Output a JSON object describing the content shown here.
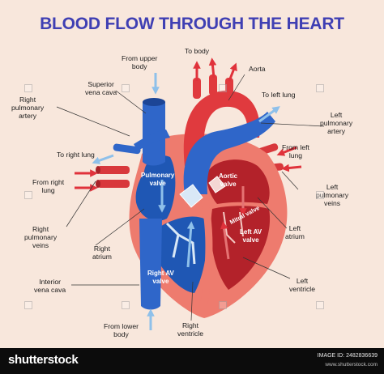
{
  "title": "BLOOD FLOW THROUGH THE HEART",
  "labels": {
    "from_upper_body": "From upper\nbody",
    "to_body": "To body",
    "aorta": "Aorta",
    "superior_vena_cava": "Superior\nvena cava",
    "right_pulmonary_artery": "Right\npulmonary\nartery",
    "to_left_lung": "To left lung",
    "left_pulmonary_artery": "Left\npulmonary\nartery",
    "to_right_lung": "To right lung",
    "from_left_lung": "From left\nlung",
    "from_right_lung": "From right\nlung",
    "left_pulmonary_veins": "Left\npulmonary\nveins",
    "right_pulmonary_veins": "Right\npulmonary\nveins",
    "left_atrium": "Left\natrium",
    "right_atrium": "Right\natrium",
    "inferior_vena_cava": "Interior\nvena cava",
    "left_ventricle": "Left\nventricle",
    "from_lower_body": "From lower\nbody",
    "right_ventricle": "Right\nventricle",
    "pulmonary_valve": "Pulmonary\nvalve",
    "aortic_valve": "Aortic\nvalve",
    "mitral_valve": "Mitral valve",
    "left_av_valve": "Left AV\nvalve",
    "right_av_valve": "Right AV\nvalve"
  },
  "footer": {
    "logo": "shutterstock",
    "image_id": "IMAGE ID: 2482836639",
    "site": "www.shutterstock.com"
  },
  "colors": {
    "background": "#f8e7dc",
    "title": "#3f3fb3",
    "oxygen_poor": "#2f66c9",
    "oxygen_rich": "#e03a3e",
    "arrow_red": "#e0323b",
    "arrow_blue": "#8ec0ea"
  }
}
